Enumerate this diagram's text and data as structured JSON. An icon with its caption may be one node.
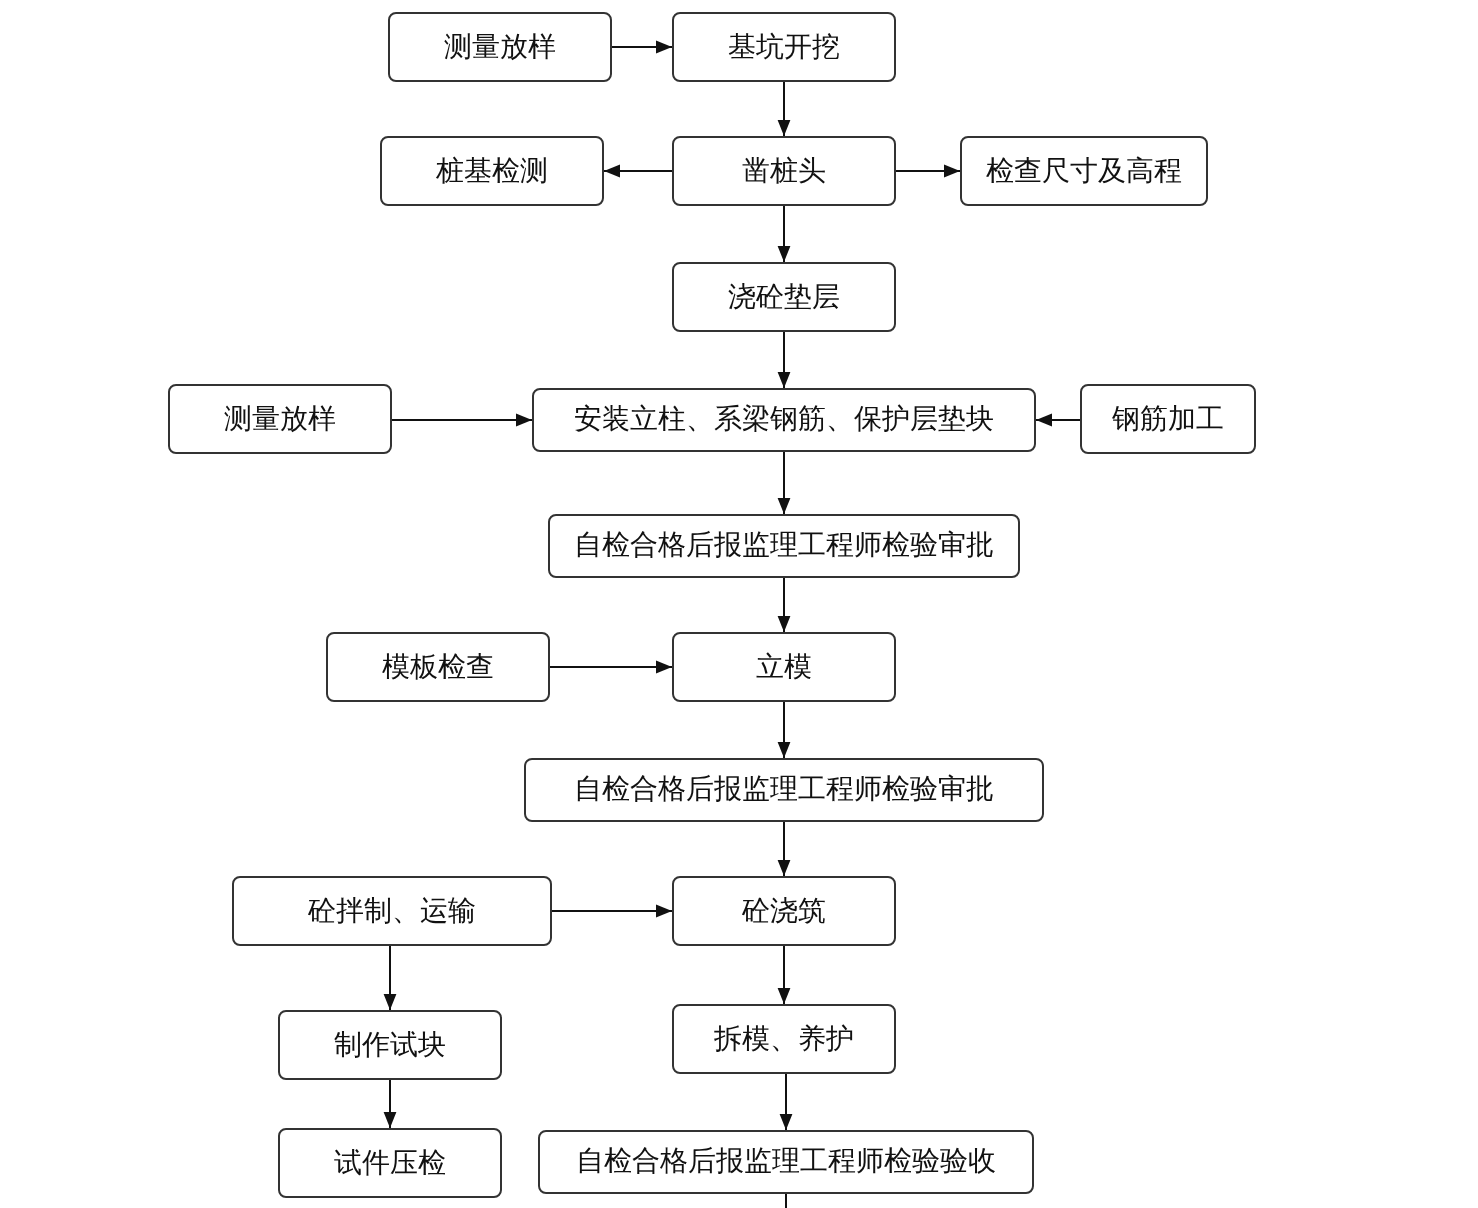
{
  "diagram": {
    "nodes": [
      {
        "text": [
          "测量放样"
        ]
      },
      {
        "text": [
          "基坑开挖"
        ]
      },
      {
        "text": [
          "桩基检测"
        ]
      },
      {
        "text": [
          "凿桩头"
        ]
      },
      {
        "text": [
          "检查尺寸及高程"
        ]
      },
      {
        "text": [
          "浇砼垫层"
        ]
      },
      {
        "text": [
          "测量放样"
        ]
      },
      {
        "text": [
          "安装立柱、系梁钢筋、保护层垫块"
        ]
      },
      {
        "text": [
          "钢筋加工"
        ]
      },
      {
        "text": [
          "自检合格后报监理工程师检验审批"
        ]
      },
      {
        "text": [
          "模板检查"
        ]
      },
      {
        "text": [
          "立模"
        ]
      },
      {
        "text": [
          "自检合格后报监理工程师检验审批"
        ]
      },
      {
        "text": [
          "砼拌制、运输"
        ]
      },
      {
        "text": [
          "砼浇筑"
        ]
      },
      {
        "text": [
          "制作试块"
        ]
      },
      {
        "text": [
          "拆模、养护"
        ]
      },
      {
        "text": [
          "试件压检"
        ]
      },
      {
        "text": [
          "自检合格后报监理工程师检验验收"
        ]
      }
    ],
    "edges": [
      {
        "from": 0,
        "to": 1,
        "arrow": "to"
      },
      {
        "from": 1,
        "to": 3,
        "arrow": "to"
      },
      {
        "from": 3,
        "to": 2,
        "arrow": "to"
      },
      {
        "from": 3,
        "to": 4,
        "arrow": "to"
      },
      {
        "from": 3,
        "to": 5,
        "arrow": "to"
      },
      {
        "from": 5,
        "to": 7,
        "arrow": "to"
      },
      {
        "from": 6,
        "to": 7,
        "arrow": "to"
      },
      {
        "from": 8,
        "to": 7,
        "arrow": "to"
      },
      {
        "from": 7,
        "to": 9,
        "arrow": "to"
      },
      {
        "from": 9,
        "to": 11,
        "arrow": "to"
      },
      {
        "from": 10,
        "to": 11,
        "arrow": "to"
      },
      {
        "from": 11,
        "to": 12,
        "arrow": "to"
      },
      {
        "from": 12,
        "to": 14,
        "arrow": "to"
      },
      {
        "from": 13,
        "to": 14,
        "arrow": "to"
      },
      {
        "from": 13,
        "to": 15,
        "arrow": "to"
      },
      {
        "from": 15,
        "to": 17,
        "arrow": "to"
      },
      {
        "from": 14,
        "to": 16,
        "arrow": "to"
      },
      {
        "from": 16,
        "to": 18,
        "arrow": "to"
      },
      {
        "from": 18,
        "to": null,
        "arrow": "none"
      }
    ]
  }
}
